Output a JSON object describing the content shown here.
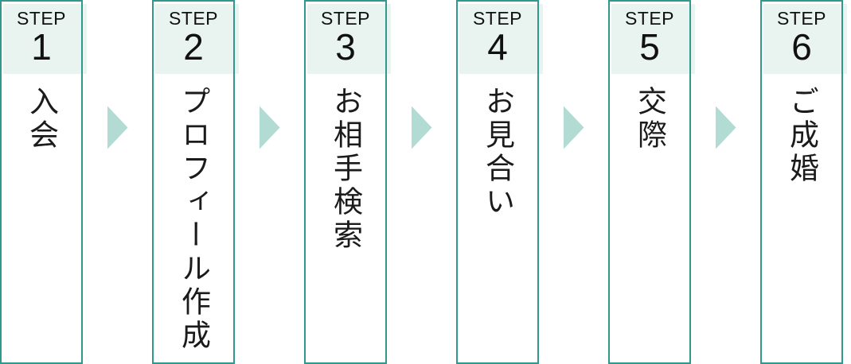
{
  "flow": {
    "steps": [
      {
        "label": "STEP",
        "number": "1",
        "title": "入会"
      },
      {
        "label": "STEP",
        "number": "2",
        "title": "プロフィール作成"
      },
      {
        "label": "STEP",
        "number": "3",
        "title": "お相手検索"
      },
      {
        "label": "STEP",
        "number": "4",
        "title": "お見合い"
      },
      {
        "label": "STEP",
        "number": "5",
        "title": "交際"
      },
      {
        "label": "STEP",
        "number": "6",
        "title": "ご成婚"
      }
    ],
    "arrow_icon": "right-triangle-icon",
    "colors": {
      "border": "#2f998e",
      "header_bg": "#e9f4f1",
      "arrow": "#b2dbd3",
      "text": "#111111"
    }
  }
}
